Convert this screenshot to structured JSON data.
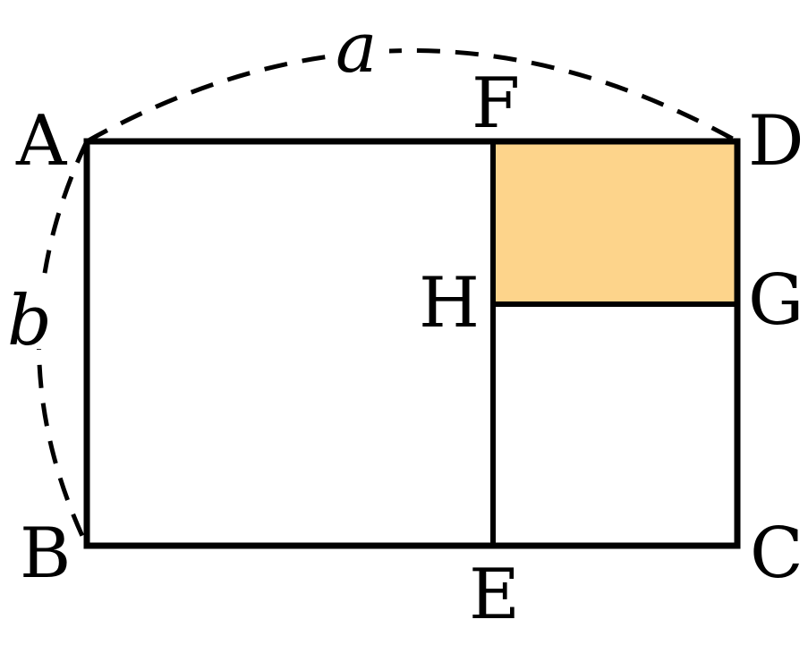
{
  "diagram": {
    "points": {
      "A": "A",
      "B": "B",
      "C": "C",
      "D": "D",
      "E": "E",
      "F": "F",
      "G": "G",
      "H": "H"
    },
    "dimensions": {
      "a": "a",
      "b": "b"
    },
    "colors": {
      "stroke": "#000000",
      "shaded_fill": "#FDD48B",
      "background": "#ffffff"
    }
  }
}
